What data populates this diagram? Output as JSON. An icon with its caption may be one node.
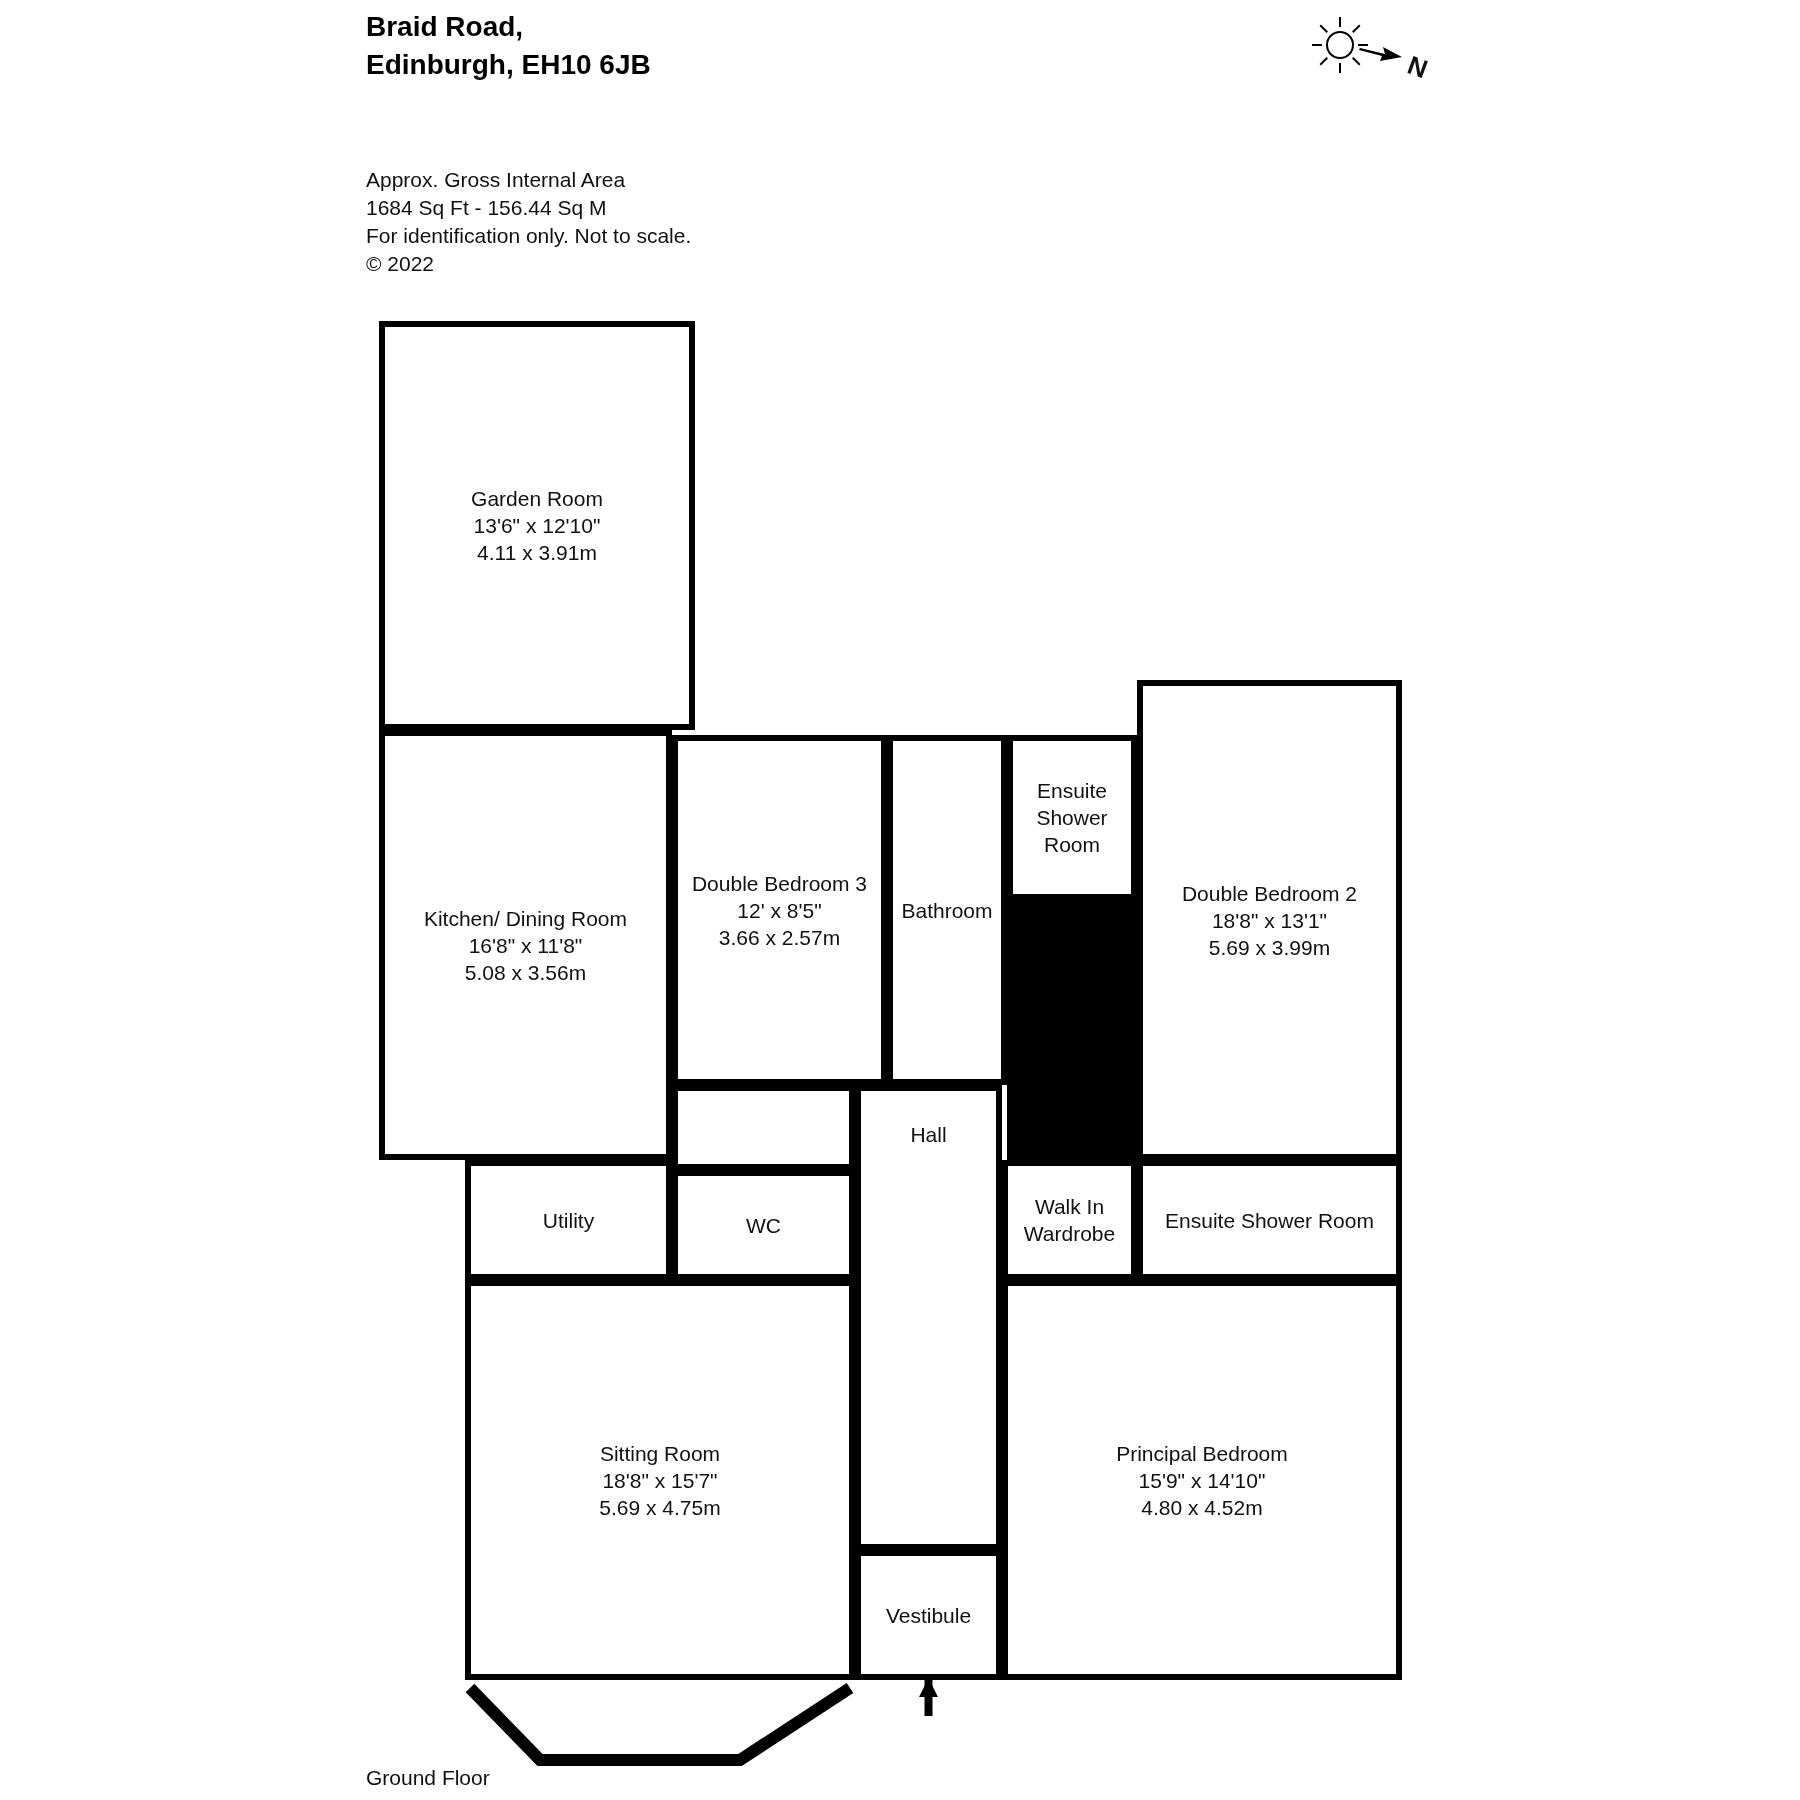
{
  "diagram": {
    "title": "Braid Road, Edinburgh, EH10 6JB",
    "nodes": [
      {
        "text": [
          "Garden Room",
          "13'6\" x 12'10\"",
          "4.11 x 3.91m"
        ]
      },
      {
        "text": [
          "Kitchen/ Dining Room",
          "16'8\" x 11'8\"",
          "5.08 x 3.56m"
        ]
      },
      {
        "text": [
          "Double Bedroom 3",
          "12' x 8'5\"",
          "3.66 x 2.57m"
        ]
      },
      {
        "text": [
          "Ensuite Shower Room"
        ]
      },
      {
        "text": [
          "Bathroom"
        ]
      },
      {
        "text": [
          "Double Bedroom 2",
          "18'8\" x 13'1\"",
          "5.69 x 3.99m"
        ]
      },
      {
        "text": [
          "Hall"
        ]
      },
      {
        "text": [
          "Utility"
        ]
      },
      {
        "text": [
          "WC"
        ]
      },
      {
        "text": [
          "Walk In Wardrobe"
        ]
      },
      {
        "text": [
          "Ensuite Shower Room"
        ]
      },
      {
        "text": [
          "Sitting Room",
          "18'8\" x 15'7\"",
          "5.69 x 4.75m"
        ]
      },
      {
        "text": [
          "Principal Bedroom",
          "15'9\" x 14'10\"",
          "4.80 x 4.52m"
        ]
      },
      {
        "text": [
          "Vestibule"
        ]
      }
    ],
    "edges": [
      {
        "from": null,
        "to": 13,
        "arrow": "to"
      }
    ],
    "labels": [
      "Approx. Gross Internal Area",
      "1684 Sq Ft  -  156.44 Sq M",
      "For identification only. Not to scale.",
      "© 2022",
      "N",
      "Ground Floor"
    ]
  }
}
